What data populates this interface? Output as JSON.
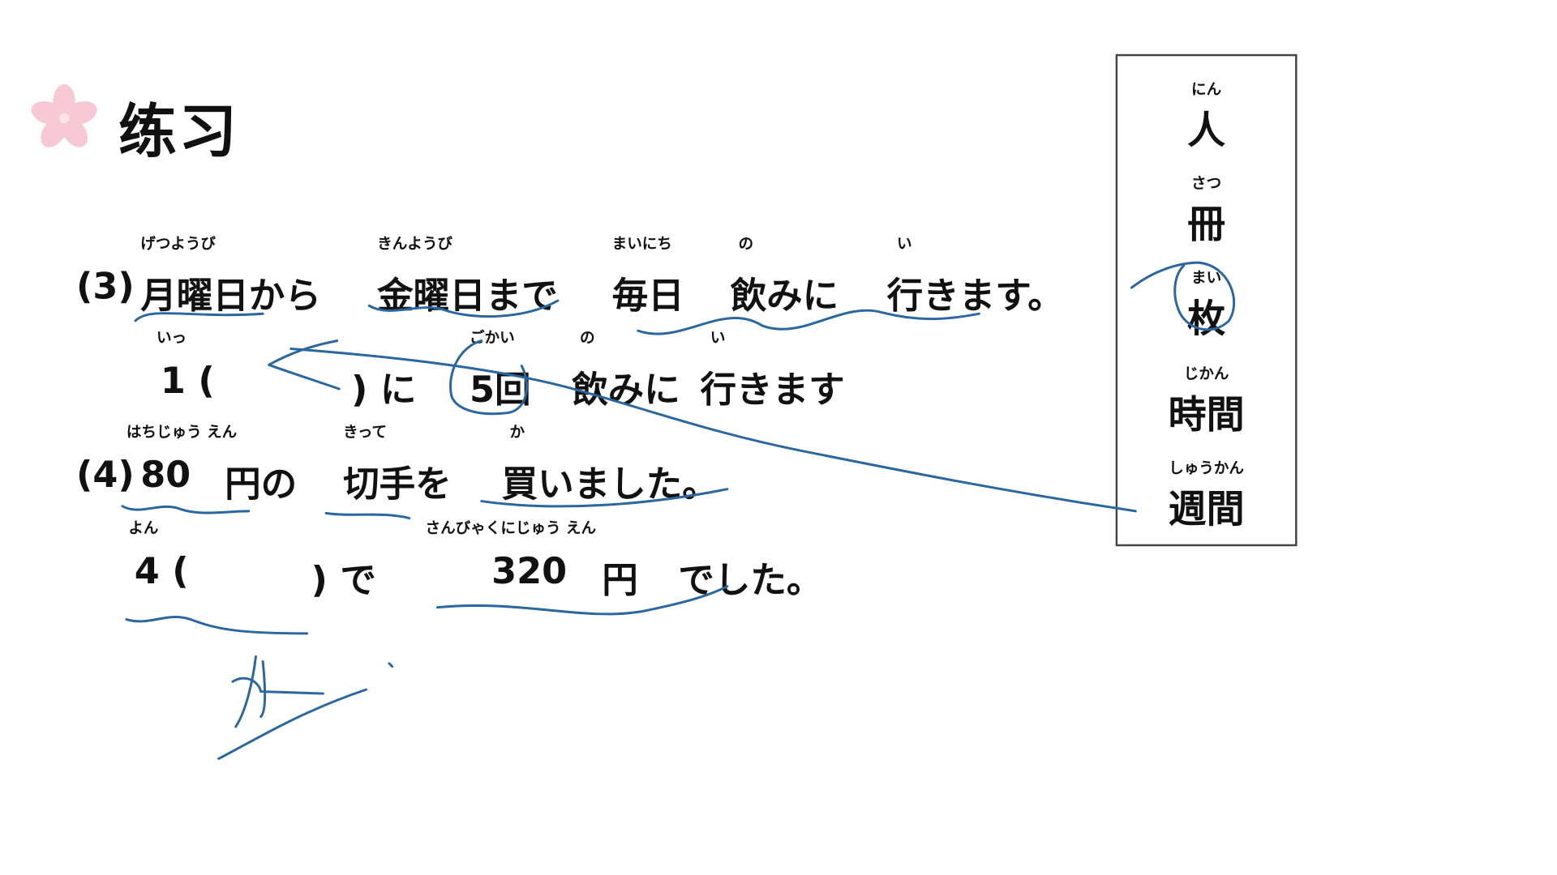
{
  "title": "练习",
  "icons": {
    "title_decoration": "sakura-flower-icon",
    "accent": "#f7c9d4",
    "ink": "#2a66a0"
  },
  "q3": {
    "label": "(3)",
    "line1": [
      {
        "text": "月曜日から",
        "ruby": "げつようび"
      },
      {
        "text": "金曜日まで",
        "ruby": "きんようび"
      },
      {
        "text": "毎日",
        "ruby": "まいにち"
      },
      {
        "text": "飲みに",
        "ruby": "の"
      },
      {
        "text": "行きます。",
        "ruby": "い"
      }
    ],
    "line2": [
      {
        "text": "1 (",
        "ruby": "いっ"
      },
      {
        "text": ") に",
        "ruby": ""
      },
      {
        "text": "5回",
        "ruby": "ごかい"
      },
      {
        "text": "飲みに",
        "ruby": "の"
      },
      {
        "text": "行きます",
        "ruby": "い"
      }
    ]
  },
  "q4": {
    "label": "(4)",
    "line1": [
      {
        "text": "80",
        "ruby": "はちじゅう えん"
      },
      {
        "text": "円の",
        "ruby": ""
      },
      {
        "text": "切手を",
        "ruby": "きって"
      },
      {
        "text": "買いました。",
        "ruby": "か"
      }
    ],
    "line2": [
      {
        "text": "4 (",
        "ruby": "よん"
      },
      {
        "text": ") で",
        "ruby": ""
      },
      {
        "text": "320",
        "ruby": "さんびゃくにじゅう えん"
      },
      {
        "text": "円",
        "ruby": ""
      },
      {
        "text": "でした。",
        "ruby": ""
      }
    ]
  },
  "counters": [
    {
      "kanji": "人",
      "reading": "にん"
    },
    {
      "kanji": "冊",
      "reading": "さつ"
    },
    {
      "kanji": "枚",
      "reading": "まい"
    },
    {
      "kanji": "時間",
      "reading": "じかん"
    },
    {
      "kanji": "週間",
      "reading": "しゅうかん"
    }
  ]
}
